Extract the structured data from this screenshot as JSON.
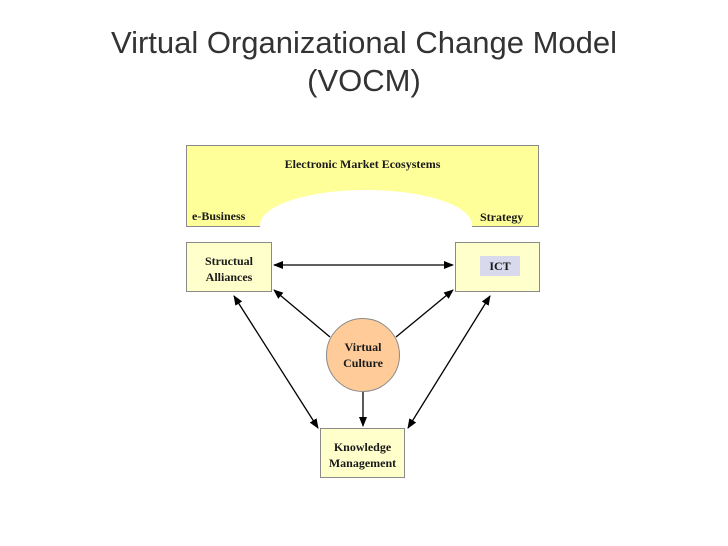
{
  "title": {
    "line1": "Virtual Organizational Change Model",
    "line2": "(VOCM)"
  },
  "ecosystem": {
    "label": "Electronic Market Ecosystems",
    "left_label": "e-Business",
    "right_label": "Strategy",
    "fill": "#ffff99"
  },
  "nodes": {
    "structural": {
      "line1": "Structual",
      "line2": "Alliances"
    },
    "ict": {
      "label": "ICT"
    },
    "culture": {
      "line1": "Virtual",
      "line2": "Culture"
    },
    "knowledge": {
      "line1": "Knowledge",
      "line2": "Management"
    }
  },
  "colors": {
    "box_fill": "#ffffcc",
    "culture_fill": "#ffcc99",
    "ict_chip": "#d9d9ee"
  }
}
